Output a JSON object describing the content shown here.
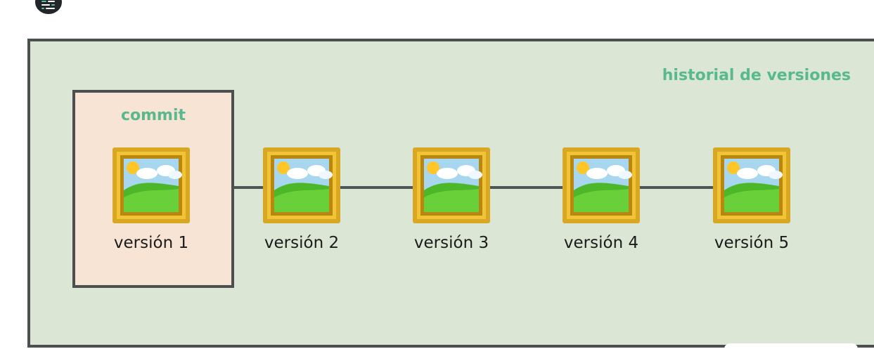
{
  "diagram": {
    "title": "historial de versiones",
    "commit_label": "commit",
    "versions": [
      {
        "label": "versión 1"
      },
      {
        "label": "versión 2"
      },
      {
        "label": "versión 3"
      },
      {
        "label": "versión 4"
      },
      {
        "label": "versión 5"
      }
    ]
  },
  "colors": {
    "board_background": "#dbe7d4",
    "commit_background": "#f8e4d5",
    "accent_text": "#58b88e",
    "border": "#4d4e4f",
    "frame_gold": "#d9a722"
  },
  "icons": {
    "frame": "framed-landscape-picture-icon"
  }
}
